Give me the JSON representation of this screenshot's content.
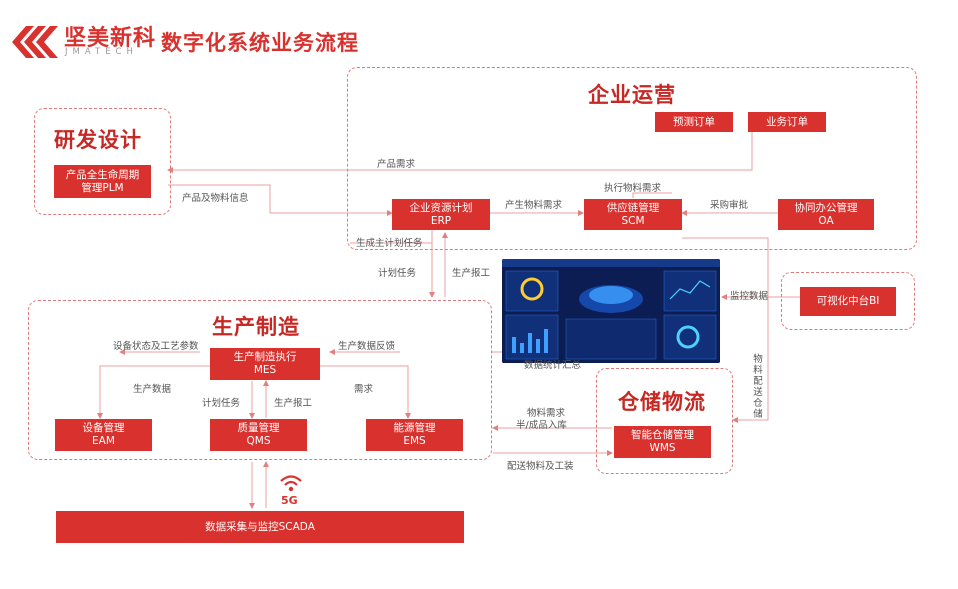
{
  "header": {
    "brand_name": "坚美新科",
    "brand_sub": "JMATECH",
    "title": "数字化系统业务流程"
  },
  "sections": {
    "enterprise": "企业运营",
    "rnd": "研发设计",
    "production": "生产制造",
    "warehouse": "仓储物流"
  },
  "boxes": {
    "plm": [
      "产品全生命周期",
      "管理PLM"
    ],
    "forecast": "预测订单",
    "business_order": "业务订单",
    "erp": [
      "企业资源计划",
      "ERP"
    ],
    "scm": [
      "供应链管理",
      "SCM"
    ],
    "oa": [
      "协同办公管理",
      "OA"
    ],
    "bi": "可视化中台BI",
    "mes": [
      "生产制造执行",
      "MES"
    ],
    "eam": [
      "设备管理",
      "EAM"
    ],
    "qms": [
      "质量管理",
      "QMS"
    ],
    "ems": [
      "能源管理",
      "EMS"
    ],
    "wms": [
      "智能仓储管理",
      "WMS"
    ],
    "scada": "数据采集与监控SCADA"
  },
  "labels": {
    "product_demand": "产品需求",
    "product_material_info": "产品及物料信息",
    "production_material_demand": "产生物料需求",
    "exec_material_demand": "执行物料需求",
    "purchase_approval": "采购审批",
    "master_plan": "生成主计划任务",
    "plan_task": "计划任务",
    "production_report": "生产报工",
    "monitor_data": "监控数据",
    "material_delivery_storage": "物料配送仓储",
    "data_stats": "数据统计汇总",
    "equip_status": "设备状态及工艺参数",
    "production_feedback": "生产数据反馈",
    "production_data": "生产数据",
    "demand": "需求",
    "plan_task_2": "计划任务",
    "production_report_2": "生产报工",
    "material_demand": "物料需求",
    "semi_finished_storage": "半/成品入库",
    "deliver_material_tools": "配送物料及工装",
    "fiveg": "5G"
  },
  "colors": {
    "accent": "#d9322e",
    "dashed": "#e07a7a",
    "line": "#e8a0a0"
  }
}
